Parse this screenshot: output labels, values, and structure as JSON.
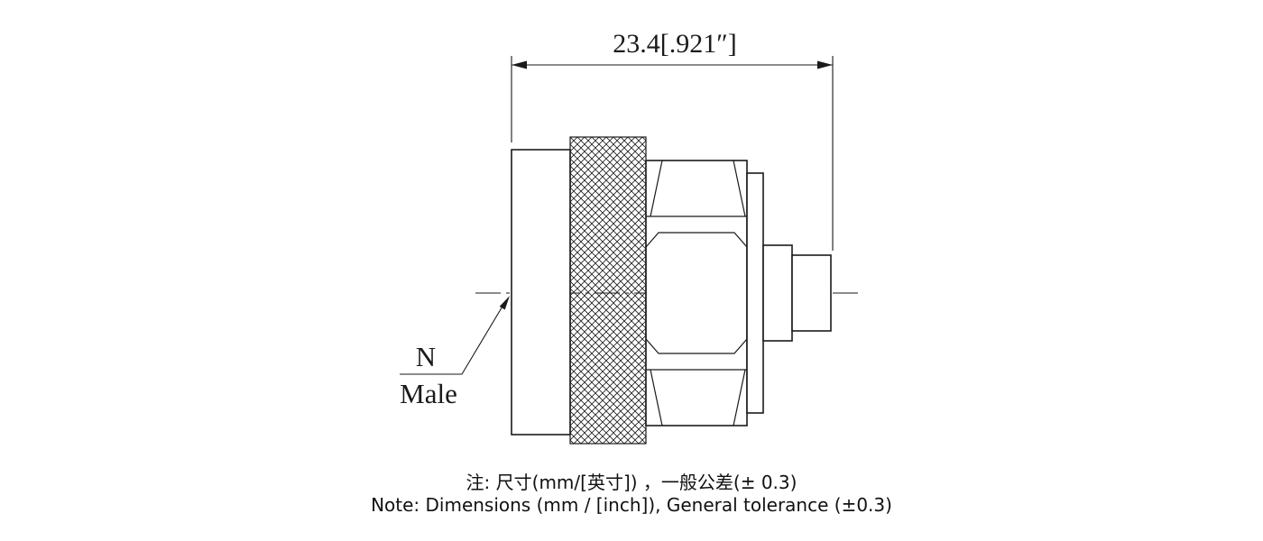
{
  "drawing": {
    "title": "N Male connector outline drawing",
    "line_color": "#1a1a1a",
    "dimension": {
      "label": "23.4[.921″]"
    },
    "connector_label": {
      "line1": "N",
      "line2": "Male"
    },
    "notes": {
      "chinese": "注: 尺寸(mm/[英寸]) ，一般公差(± 0.3)",
      "english": "Note: Dimensions (mm / [inch]), General tolerance (±0.3)"
    }
  }
}
